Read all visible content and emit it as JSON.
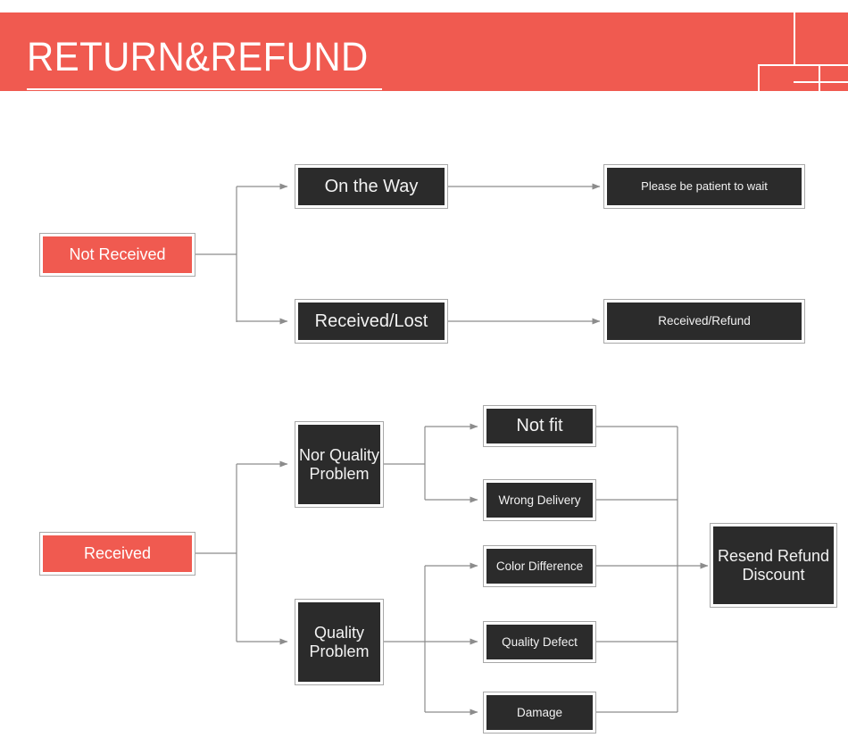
{
  "header": {
    "title": "RETURN&REFUND",
    "background_color": "#F05A50",
    "text_color": "#FFFFFF"
  },
  "colors": {
    "accent_red": "#F05A50",
    "node_dark": "#2B2B2B",
    "node_border": "#A8A8A8",
    "connector": "#8C8C8C",
    "page_background": "#FFFFFF"
  },
  "flow": {
    "branch_not_received": {
      "root": {
        "label": "Not Received",
        "style": "red"
      },
      "steps": [
        {
          "label": "On the Way",
          "style": "dark",
          "outcome": {
            "label": "Please be patient to wait",
            "style": "dark"
          }
        },
        {
          "label": "Received/Lost",
          "style": "dark",
          "outcome": {
            "label": "Received/Refund",
            "style": "dark"
          }
        }
      ]
    },
    "branch_received": {
      "root": {
        "label": "Received",
        "style": "red"
      },
      "categories": [
        {
          "label": "Nor Quality Problem",
          "style": "dark",
          "reasons": [
            {
              "label": "Not fit",
              "style": "dark"
            },
            {
              "label": "Wrong Delivery",
              "style": "dark"
            }
          ]
        },
        {
          "label": "Quality Problem",
          "style": "dark",
          "reasons": [
            {
              "label": "Color Difference",
              "style": "dark"
            },
            {
              "label": "Quality Defect",
              "style": "dark"
            },
            {
              "label": "Damage",
              "style": "dark"
            }
          ]
        }
      ],
      "resolution": {
        "label": "Resend Refund Discount",
        "style": "dark"
      }
    }
  }
}
